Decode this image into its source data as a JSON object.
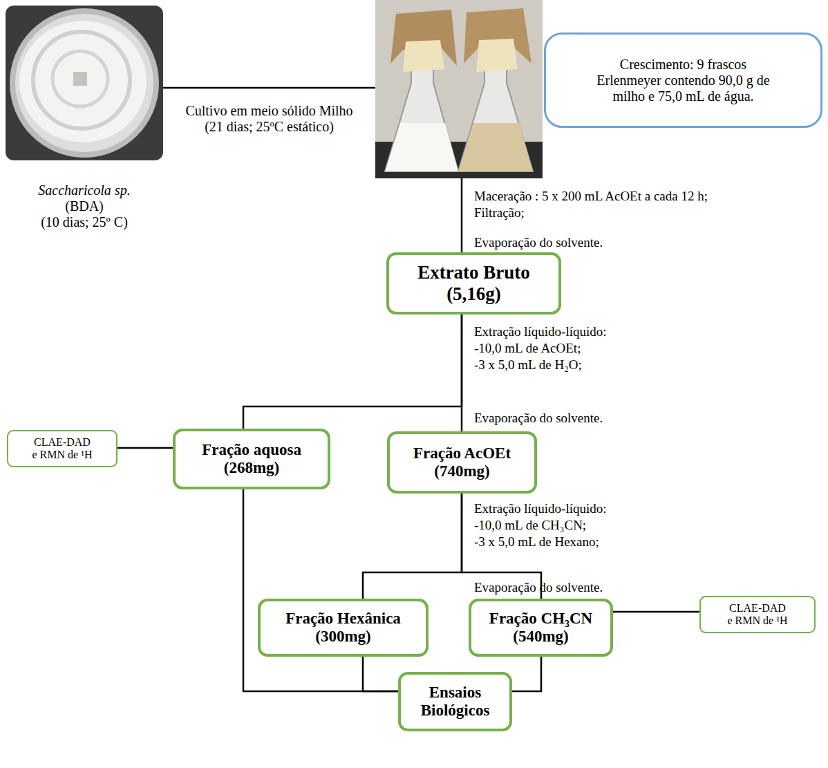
{
  "diagram": {
    "nodes": [
      {
        "text": [
          "Saccharicola sp.",
          "(BDA)",
          "(10 dias; 25º C)"
        ]
      },
      {
        "text": []
      },
      {
        "text": [
          "Crescimento: 9 frascos Erlenmeyer contendo 90,0 g de milho e 75,0 mL de água."
        ]
      },
      {
        "text": [
          "Extrato Bruto",
          "(5,16g)"
        ]
      },
      {
        "text": [
          "CLAE-DAD",
          "e RMN de ¹H"
        ]
      },
      {
        "text": [
          "Fração aquosa",
          "(268mg)"
        ]
      },
      {
        "text": [
          "Fração AcOEt",
          "(740mg)"
        ]
      },
      {
        "text": [
          "Fração Hexânica",
          "(300mg)"
        ]
      },
      {
        "text": [
          "Fração CH₃CN",
          "(540mg)"
        ]
      },
      {
        "text": [
          "CLAE-DAD",
          "e RMN de ¹H"
        ]
      },
      {
        "text": [
          "Ensaios Biológicos"
        ]
      }
    ],
    "edges": [
      {
        "from": 0,
        "to": 1,
        "arrow": "none",
        "label": "Cultivo em meio sólido Milho (21 dias; 25ºC estático)"
      },
      {
        "from": 1,
        "to": 3,
        "arrow": "none"
      },
      {
        "from": 3,
        "to": 5,
        "arrow": "none"
      },
      {
        "from": 3,
        "to": 6,
        "arrow": "none"
      },
      {
        "from": 5,
        "to": 4,
        "arrow": "none"
      },
      {
        "from": 6,
        "to": 7,
        "arrow": "none"
      },
      {
        "from": 6,
        "to": 8,
        "arrow": "none"
      },
      {
        "from": 8,
        "to": 9,
        "arrow": "none"
      },
      {
        "from": 5,
        "to": 10,
        "arrow": "none"
      },
      {
        "from": 7,
        "to": 10,
        "arrow": "none"
      },
      {
        "from": 8,
        "to": 10,
        "arrow": "none"
      }
    ],
    "labels": [
      "Maceração : 5 x 200 mL AcOEt a cada 12 h;",
      "Filtração;",
      "Evaporação do solvente.",
      "Extração líquido-líquido:",
      "-10,0 mL de AcOEt;",
      "-3 x 5,0 mL de H₂O;",
      "Evaporação do solvente.",
      "Extração líquido-líquido:",
      "-10,0 mL de CH₃CN;",
      "-3 x 5,0 mL de Hexano;",
      "Evaporação do solvente."
    ]
  }
}
